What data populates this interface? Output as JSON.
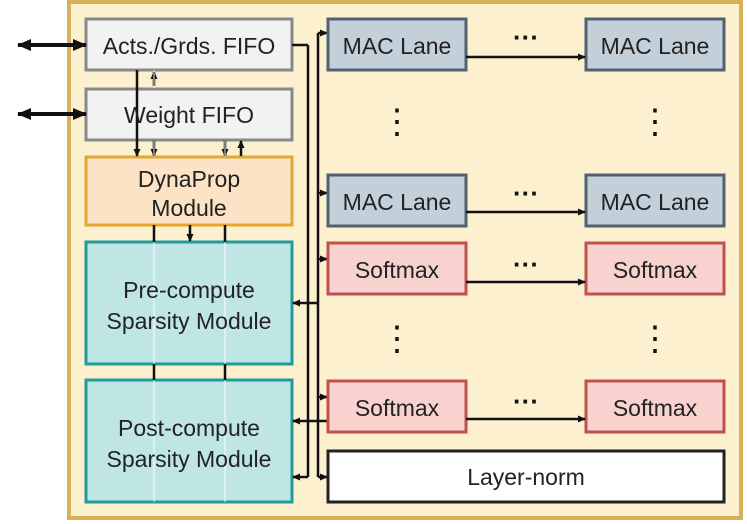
{
  "blocks": {
    "acts_fifo": "Acts./Grds. FIFO",
    "weight_fifo": "Weight FIFO",
    "dynaprop_line1": "DynaProp",
    "dynaprop_line2": "Module",
    "precompute_line1": "Pre-compute",
    "precompute_line2": "Sparsity Module",
    "postcompute_line1": "Post-compute",
    "postcompute_line2": "Sparsity Module",
    "mac_lane": "MAC Lane",
    "softmax": "Softmax",
    "layer_norm": "Layer-norm"
  },
  "ellipsis": {
    "horizontal": "···",
    "vertical": "⋮"
  },
  "colors": {
    "outer_fill": "#fcf0cf",
    "outer_border": "#d8b25a",
    "fifo_fill": "#f2f2f2",
    "fifo_border": "#888888",
    "dynaprop_fill": "#fde3c6",
    "dynaprop_border": "#e0a830",
    "sparsity_fill": "#bfe6e4",
    "sparsity_border": "#1f9c9c",
    "mac_fill": "#c3cfd9",
    "mac_border": "#4f6270",
    "softmax_fill": "#f7d2ce",
    "softmax_border": "#c0504d",
    "layernorm_fill": "#ffffff",
    "layernorm_border": "#222222"
  }
}
